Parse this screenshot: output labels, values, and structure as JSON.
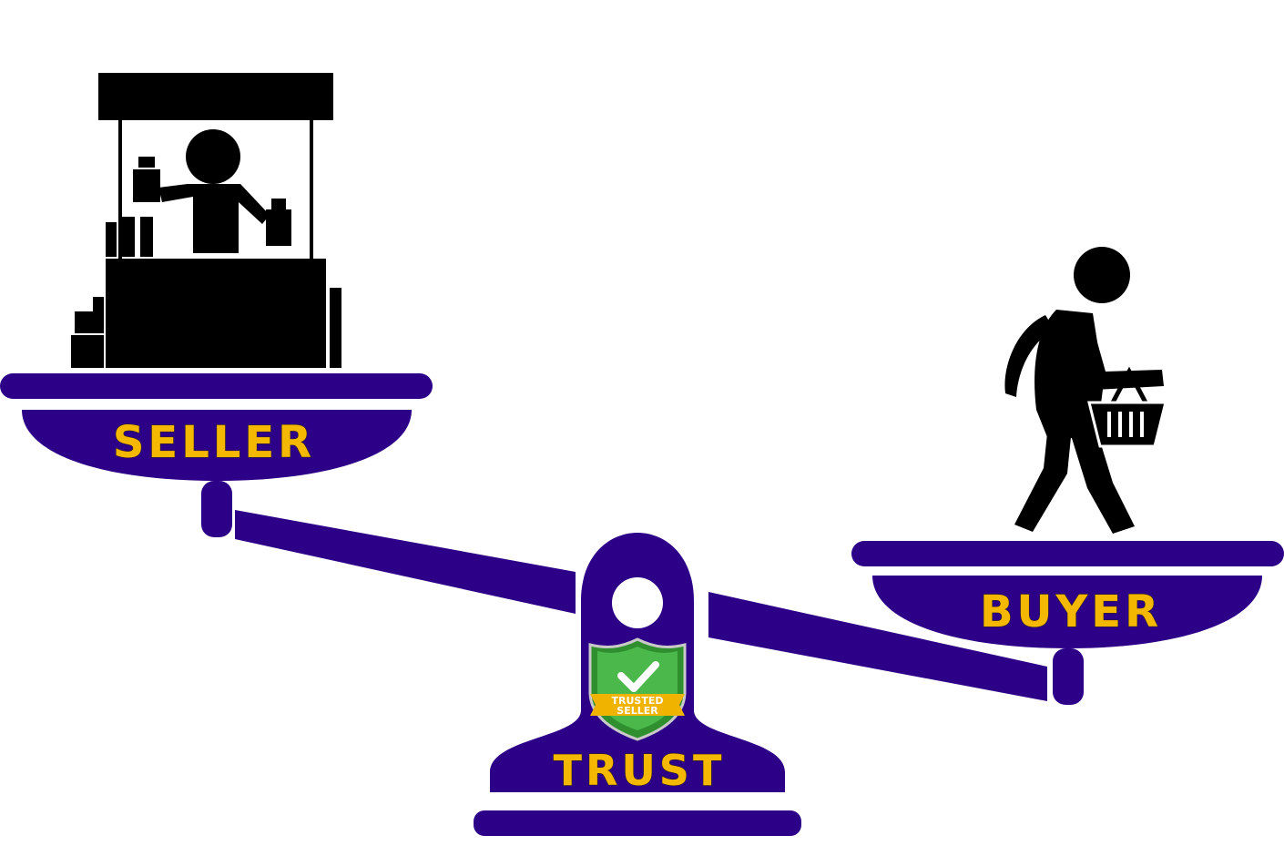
{
  "labels": {
    "left_pan": "SELLER",
    "right_pan": "BUYER",
    "fulcrum": "TRUST"
  },
  "badge": {
    "line1": "TRUSTED",
    "line2": "SELLER"
  },
  "colors": {
    "scale": "#2d0088",
    "label": "#f5b800",
    "figure": "#000000",
    "shield": "#3aa53a",
    "ribbon": "#f0b400"
  }
}
